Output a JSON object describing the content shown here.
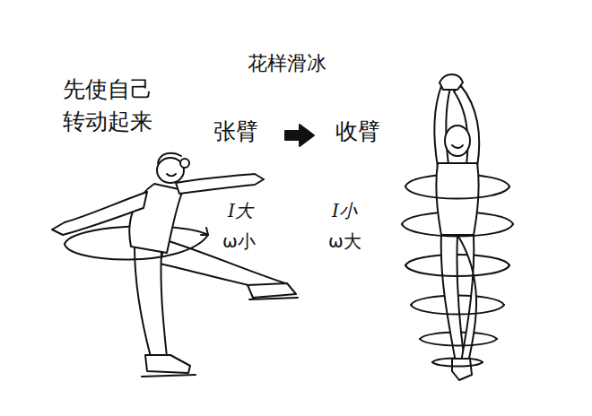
{
  "diagram": {
    "title": "花样滑冰",
    "labels": [
      "先使自己 转动起来",
      "张臂",
      "收臂",
      "I大",
      "ω小",
      "I小",
      "ω大"
    ]
  }
}
